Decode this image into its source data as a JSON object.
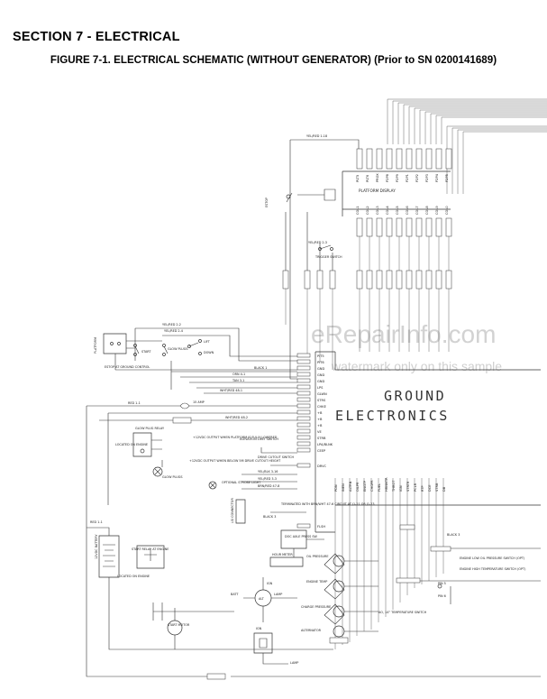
{
  "header": {
    "section_title": "SECTION 7 - ELECTRICAL",
    "figure_title": "FIGURE 7-1. ELECTRICAL SCHEMATIC (WITHOUT GENERATOR) (Prior to SN 0200141689)"
  },
  "watermark": {
    "site": "eRepairInfo.com",
    "note": "watermark only on this sample"
  },
  "blocks": {
    "platform_display": "PLATFORM DISPLAY",
    "ground_electronics_line1": "GROUND",
    "ground_electronics_line2": "ELECTRONICS"
  },
  "labels": {
    "platform": "PLATFORM",
    "estop_ground": "ESTOP AT GROUND CONTROL",
    "estop_platform": "ESTOP",
    "start": "START",
    "glow_plugs_sw": "GLOW PLUGS",
    "lift": "LIFT",
    "down": "DOWN",
    "trigger_switch": "TRIGGER SWITCH",
    "fuse_15amp": "15 AMP",
    "glow_plug_relay": "GLOW PLUG RELAY",
    "located_on_engine": "LOCATED ON ENGINE",
    "glow_plugs": "GLOW PLUGS",
    "output_12v_platform": "+12VDC OUTPUT WHEN PLATFORM IS FULLY LOWERED",
    "elevation_limit_switch": "ELEVATION LIMIT SWITCH",
    "output_12v_below": "+12VDC OUTPUT WHEN BELOW 5M DRIVE CUTOUT HEIGHT",
    "drive_cutout_switch": "DRIVE CUTOUT SWITCH",
    "optional_strobe": "OPTIONAL STROBE LIGHT",
    "lsi_connector": "LSI CONNECTOR",
    "terminated": "TERMINATED WITH BRN/WHT 47-6 CIRCUIT AT J1-21 OR J1-23",
    "doc_axle": "DOC AXLE PRESS SW",
    "hour_meter": "HOUR METER",
    "oil_pressure": "OIL PRESSURE",
    "engine_temp": "ENGINE TEMP",
    "charge_pressure": "CHARGE PRESSURE",
    "alternator": "ALTERNATOR",
    "batt": "BATT",
    "lamp": "LAMP",
    "ign": "IGN",
    "alt": "ALT",
    "start_motor": "START MOTOR",
    "start_relay": "START RELAY AT ENGINE",
    "battery": "12VDC BATTERY",
    "located_on_engine_2": "LOCATED ON ENGINE",
    "engine_low_oil": "ENGINE LOW OIL PRESSURE SWITCH (OPT)",
    "engine_high_temp": "ENGINE HIGH TEMPERATURE SWITCH (OPT)",
    "temp_switch": "AO, 14° TEMPERATURE SWITCH",
    "black_3": "BLACK 3",
    "pin_5": "PIN 5",
    "pin_6": "PIN 6"
  },
  "ground_pins": [
    "PIT5",
    "PIT6",
    "GND",
    "GND",
    "GND",
    "LPS",
    "GLWN",
    "STRS",
    "CHKE",
    "+B",
    "+B",
    "+B",
    "VE",
    "STRB",
    "LPA/BLNK",
    "CEEP",
    "",
    "DRVC",
    "",
    "",
    "",
    "FLSH"
  ],
  "display_top_pins": [
    "PLT5",
    "PLT6",
    "PROX",
    "P2P8",
    "P2P9",
    "P2P1",
    "P2P2",
    "P2P3",
    "P2P4",
    "P2P5",
    "P2P6",
    "P2P7"
  ],
  "display_mid_pins": [
    "COL1",
    "COL2",
    "COL3",
    "COL4",
    "COL5",
    "COL6",
    "COL7",
    "COL8",
    "COL9",
    "COL0",
    "NP1",
    "NP2"
  ],
  "bottom_pins": [
    "PDN",
    "INEN",
    "ALTRN",
    "OILPR",
    "ENGTP",
    "CHGPR",
    "FUEL",
    "HRNMTR",
    "THROT",
    "IGN",
    "STRTR",
    "PCLR",
    "RTP",
    "DCE",
    "STRB",
    "DB"
  ],
  "wires": {
    "w1": "YEL/RED 1-18",
    "w2": "YEL/RED 2-2",
    "w3": "YEL/RED 2-4",
    "w4": "BLACK 1",
    "w5": "ORN 4-1",
    "w6": "TAN 3-1",
    "w7": "WHT/RED 48-1",
    "w8": "RED 1-1",
    "w9": "RED 1-1",
    "w10": "WHT/RED 48-2",
    "w11": "YEL/BLK 3-16",
    "w12": "YEL/RED 2-3",
    "w13": "BRN/RED 47-8",
    "w14": "BRN/WHT 47-6",
    "w15": "BRN/RED 47-7",
    "w16": "BLACK 3",
    "w17": "RED 1-1",
    "w18": "YEL/RED 3-3"
  }
}
